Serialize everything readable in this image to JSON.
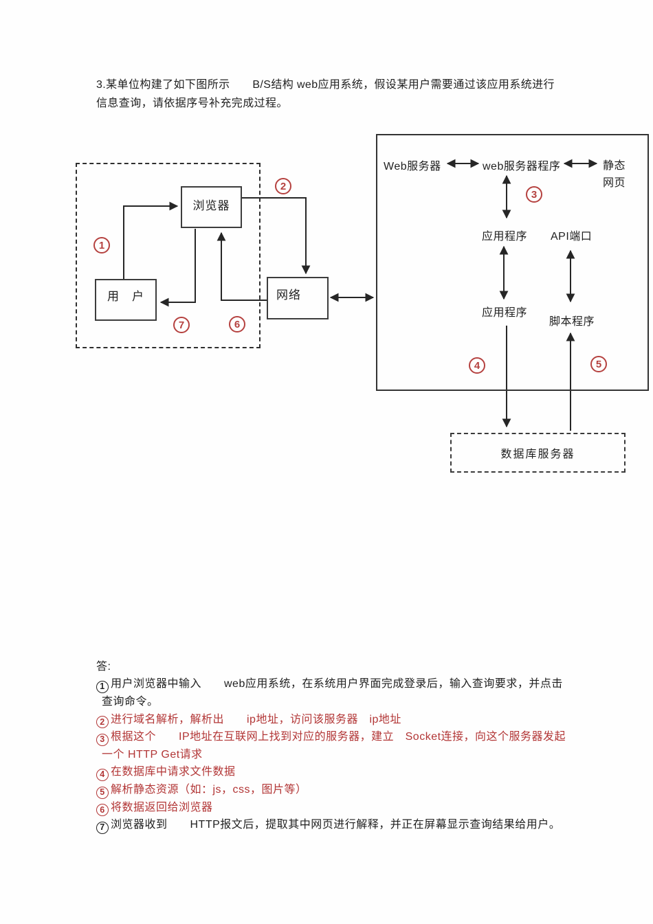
{
  "question": {
    "line1": "3.某单位构建了如下图所示　　B/S结构  web应用系统，假设某用户需要通过该应用系统进行",
    "line2": "信息查询，请依据序号补充完成过程。"
  },
  "diagram": {
    "browser": "浏览器",
    "user": "用　户",
    "network": "网络",
    "web_server": "Web服务器",
    "web_server_program": "web服务器程序",
    "static_page_line1": "静态",
    "static_page_line2": "网页",
    "app_top": "应用程序",
    "api_port": "API端口",
    "app_bottom": "应用程序",
    "script_program": "脚本程序",
    "database": "数据库服务器",
    "badges": {
      "b1": "1",
      "b2": "2",
      "b3": "3",
      "b4": "4",
      "b5": "5",
      "b6": "6",
      "b7": "7"
    }
  },
  "answer": {
    "title": "答:",
    "lines": [
      {
        "num": "1",
        "red": false,
        "indent": false,
        "text": "用户浏览器中输入　　web应用系统，在系统用户界面完成登录后，输入查询要求，并点击"
      },
      {
        "num": "",
        "red": false,
        "indent": true,
        "text": "查询命令。"
      },
      {
        "num": "2",
        "red": true,
        "indent": false,
        "text": "进行域名解析，解析出　　ip地址，访问该服务器　ip地址"
      },
      {
        "num": "3",
        "red": true,
        "indent": false,
        "text": "根据这个　　IP地址在互联网上找到对应的服务器，建立　Socket连接，向这个服务器发起"
      },
      {
        "num": "",
        "red": true,
        "indent": true,
        "text": "一个 HTTP Get请求"
      },
      {
        "num": "4",
        "red": true,
        "indent": false,
        "text": "在数据库中请求文件数据"
      },
      {
        "num": "5",
        "red": true,
        "indent": false,
        "text": "解析静态资源（如：js，css，图片等）"
      },
      {
        "num": "6",
        "red": true,
        "indent": false,
        "text": "将数据返回给浏览器"
      },
      {
        "num": "7",
        "red": false,
        "indent": false,
        "text": "浏览器收到　　HTTP报文后，提取其中网页进行解释，并正在屏幕显示查询结果给用户。"
      }
    ]
  },
  "colors": {
    "red_text": "#b23535",
    "badge_red": "#b5413f",
    "ink": "#1f1f1f"
  }
}
